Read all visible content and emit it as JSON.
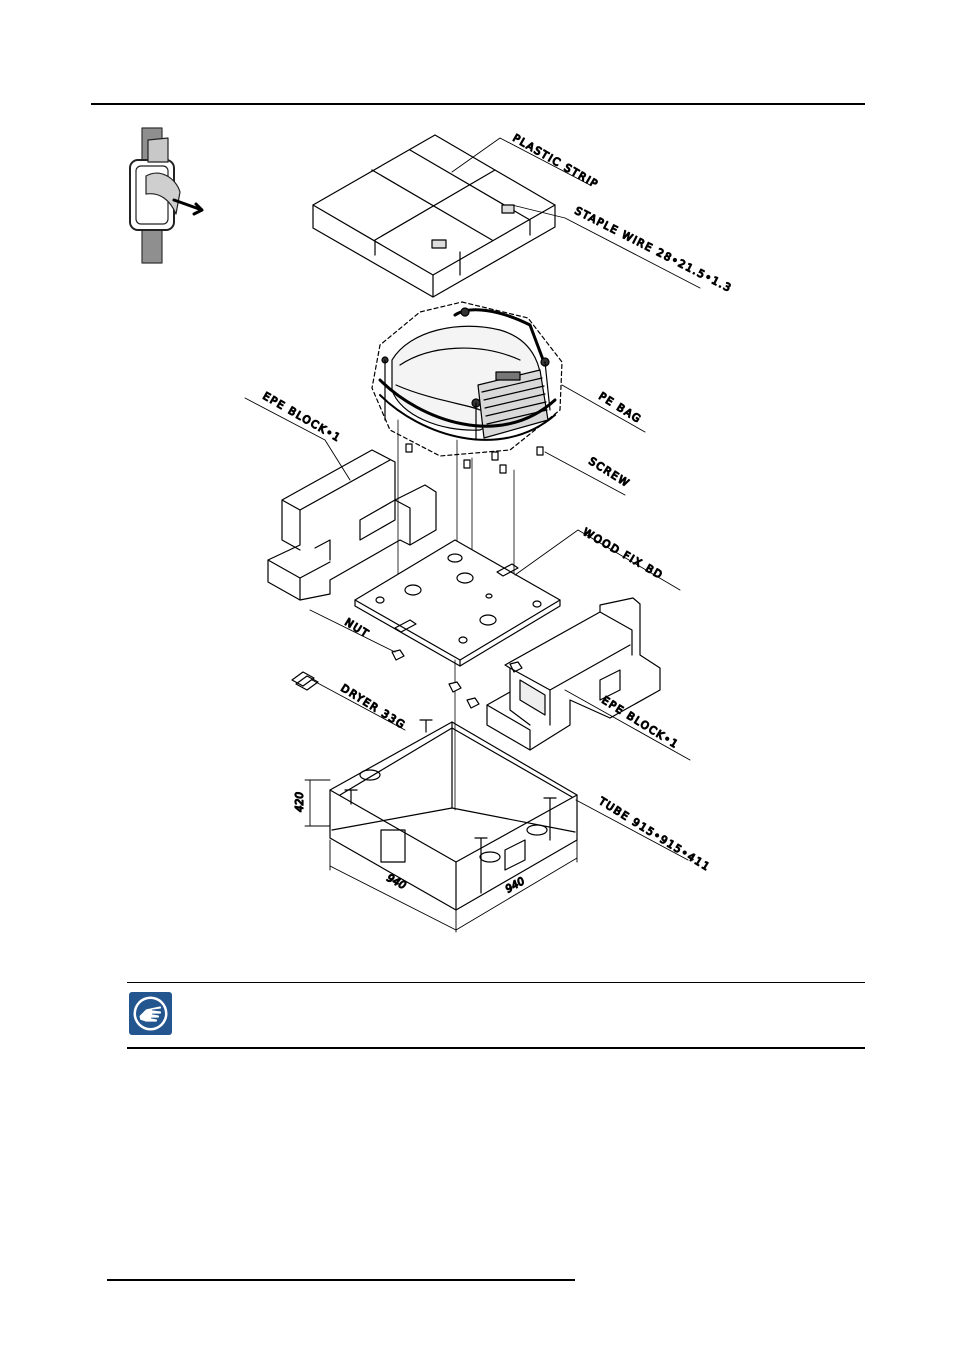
{
  "drawing": {
    "labels": {
      "plastic_strip": "PLASTIC STRIP",
      "staple_wire": "STAPLE WIRE 28•21.5•1.3",
      "pe_bag": "PE BAG",
      "epe_block_top": "EPE BLOCK•1",
      "screw": "SCREW",
      "wood_fix_bd": "WOOD FIX BD",
      "nut": "NUT",
      "dryer": "DRYER 33G",
      "epe_block_bottom": "EPE BLOCK•1",
      "tube": "TUBE 915•915•411"
    },
    "dimensions": {
      "height": "420",
      "width_left": "940",
      "width_right": "940"
    }
  },
  "note": {
    "icon": "pointing-hand-icon",
    "icon_color": "#23558f"
  }
}
